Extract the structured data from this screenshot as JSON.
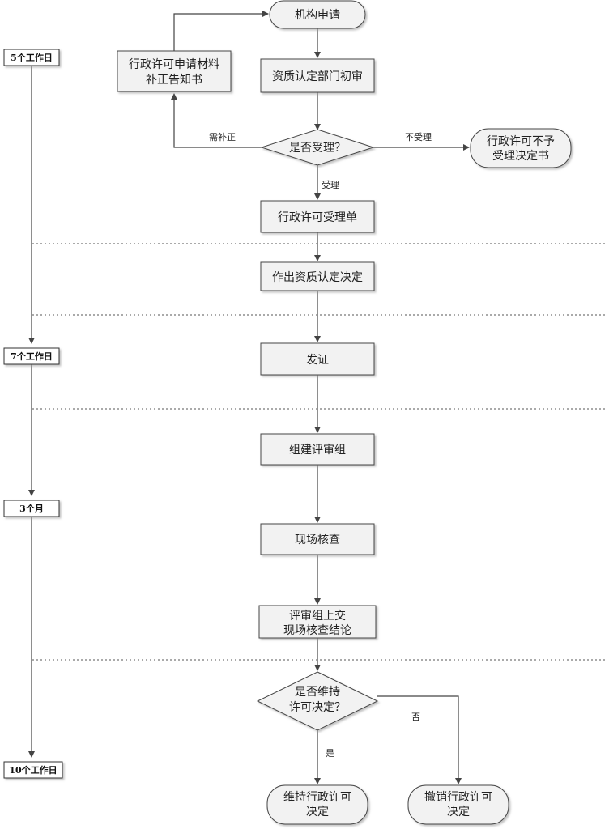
{
  "timeline": {
    "labels": [
      "5个工作日",
      "7个工作日",
      "3个月",
      "10个工作日"
    ]
  },
  "nodes": {
    "start": "机构申请",
    "initial_review": "资质认定部门初审",
    "supplement_notice": [
      "行政许可申请材料",
      "补正告知书"
    ],
    "accept_decision": "是否受理？",
    "reject_notice": [
      "行政许可不予",
      "受理决定书"
    ],
    "acceptance_form": "行政许可受理单",
    "decision": "作出资质认定决定",
    "certificate": "发证",
    "form_team": "组建评审组",
    "onsite_check": "现场核查",
    "submit_conclusion": [
      "评审组上交",
      "现场核查结论"
    ],
    "maintain_decision": [
      "是否维持",
      "许可决定？"
    ],
    "maintain": [
      "维持行政许可",
      "决定"
    ],
    "revoke": [
      "撤销行政许可",
      "决定"
    ]
  },
  "edge_labels": {
    "need_supplement": "需补正",
    "not_accept": "不受理",
    "accept": "受理",
    "yes": "是",
    "no": "否"
  }
}
